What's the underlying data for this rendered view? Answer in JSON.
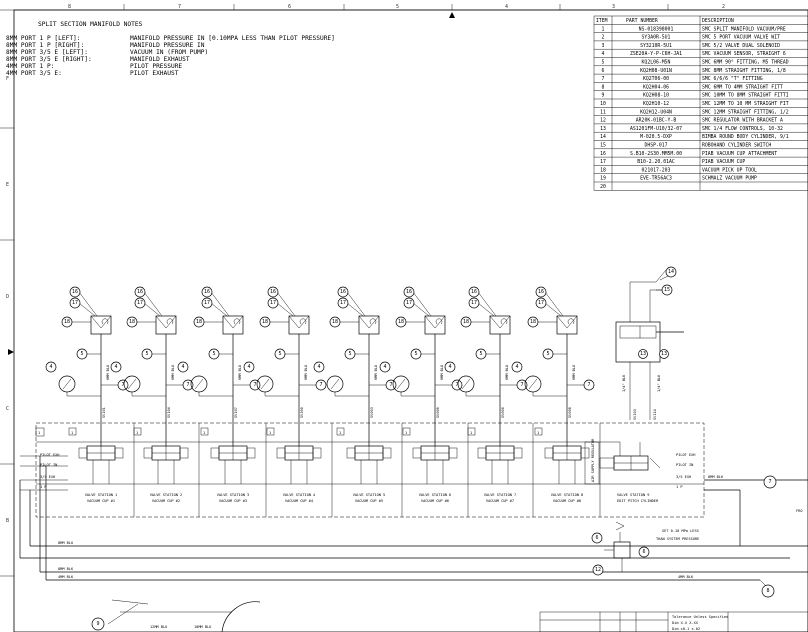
{
  "notes": {
    "title": "SPLIT SECTION MANIFOLD NOTES",
    "rows": [
      {
        "port": "8MM PORT 1 P [LEFT]:",
        "desc": "MANIFOLD PRESSURE IN [0.10MPA LESS THAN PILOT PRESSURE]"
      },
      {
        "port": "8MM PORT 1 P [RIGHT]:",
        "desc": "MANIFOLD PRESSURE IN"
      },
      {
        "port": "8MM PORT 3/5 E [LEFT]:",
        "desc": "VACUUM IN (FROM PUMP)"
      },
      {
        "port": "8MM PORT 3/5 E [RIGHT]:",
        "desc": "MANIFOLD EXHAUST"
      },
      {
        "port": "4MM PORT 1 P:",
        "desc": "PILOT PRESSURE"
      },
      {
        "port": "4MM PORT 3/5 E:",
        "desc": "PILOT EXHAUST"
      }
    ]
  },
  "bom": {
    "headers": [
      "ITEM",
      "PART NUMBER",
      "DESCRIPTION"
    ],
    "rows": [
      [
        "1",
        "NS-018398001",
        "SMC SPLIT MANIFOLD VACUUM/PRE"
      ],
      [
        "2",
        "SY3A0R-5U1",
        "SMC 5 PORT VACUUM VALVE WIT"
      ],
      [
        "3",
        "SY3210R-5U1",
        "SMC 5/2 VALVE DUAL SOLENOID"
      ],
      [
        "4",
        "ZSE20A-Y-P-C6H-JA1",
        "SMC VACUUM SENSOR, STRAIGHT 6"
      ],
      [
        "5",
        "KQ2L06-M5N",
        "SMC 6MM 90° FITTING, M5 THREAD"
      ],
      [
        "6",
        "KQ2H08-U01N",
        "SMC 8MM STRAIGHT FITTING, 1/8"
      ],
      [
        "7",
        "KQ2T06-00",
        "SMC 6/6/6 \"T\" FITTING"
      ],
      [
        "8",
        "KQ2H04-06",
        "SMC 6MM TO 4MM STRAIGHT FITT"
      ],
      [
        "9",
        "KQ2H08-10",
        "SMC 10MM TO 8MM STRAIGHT FITTI"
      ],
      [
        "10",
        "KQ2H10-12",
        "SMC 12MM TO 10 MM STRAIGHT FIT"
      ],
      [
        "11",
        "KQ2H12-U04N",
        "SMC 12MM STRAIGHT FITTING, 1/2"
      ],
      [
        "12",
        "AR20K-01BC-Y-B",
        "SMC REGULATOR WITH BRACKET A"
      ],
      [
        "13",
        "AS1201FM-U10/32-07",
        "SMC 1/4 FLOW CONTROLS, 10-32"
      ],
      [
        "14",
        "M-020.5-DXP",
        "BIMBA ROUND BODY CYLINDER, 9/1"
      ],
      [
        "15",
        "DHSP-017",
        "ROBOHAND CYLINDER SWITCH"
      ],
      [
        "16",
        "S.B10-2S30.MM5M.00",
        "PIAB VACUUM CUP ATTACHMENT"
      ],
      [
        "17",
        "B10-2.20.01AC",
        "PIAB VACUUM CUP"
      ],
      [
        "18",
        "021017-203",
        "VACUUM PICK UP TOOL"
      ],
      [
        "19",
        "EVE-TR56AC3",
        "SCHMALZ VACUUM PUMP"
      ],
      [
        "20",
        "",
        ""
      ]
    ]
  },
  "zones": {
    "top": [
      "8",
      "7",
      "6",
      "5",
      "4",
      "3",
      "2"
    ],
    "left": [
      "F",
      "E",
      "D",
      "C",
      "B"
    ]
  },
  "stations": [
    {
      "cyl": "SV101",
      "tube": "6MM BLU",
      "top": "VALVE STATION 1",
      "bot": "VACUUM CUP #1"
    },
    {
      "cyl": "SV104",
      "tube": "6MM BLU",
      "top": "VALVE STATION 2",
      "bot": "VACUUM CUP #2"
    },
    {
      "cyl": "SV107",
      "tube": "6MM BLU",
      "top": "VALVE STATION 3",
      "bot": "VACUUM CUP #3"
    },
    {
      "cyl": "SV300",
      "tube": "6MM BLU",
      "top": "VALVE STATION 4",
      "bot": "VACUUM CUP #4"
    },
    {
      "cyl": "SV003",
      "tube": "6MM BLU",
      "top": "VALVE STATION 5",
      "bot": "VACUUM CUP #5"
    },
    {
      "cyl": "SV006",
      "tube": "6MM BLU",
      "top": "VALVE STATION 6",
      "bot": "VACUUM CUP #6"
    },
    {
      "cyl": "SV000",
      "tube": "6MM BLU",
      "top": "VALVE STATION 7",
      "bot": "VACUUM CUP #7"
    },
    {
      "cyl": "SV008",
      "tube": "6MM BLU",
      "top": "VALVE STATION 8",
      "bot": "VACUUM CUP #8"
    }
  ],
  "cylinder_station": {
    "top": "VALVE STATION 9",
    "bot": "EDIT PITCH CYLINDER",
    "a": "SV103",
    "b": "SV114",
    "tube_a": "1/4\" BLK",
    "tube_b": "1/4\" BLK"
  },
  "labels": {
    "air_supply": "AIR SUPPLY REGULATOR",
    "pilot_exh": "PILOT EXH",
    "pilot_in": "PILOT IN",
    "exh35": "3/5 EXH",
    "p1": "1 P",
    "tube_8mm_blk": "8MM BLK",
    "tube_8mm_blu": "8MM BLU",
    "tube_4mm_blk": "4MM BLK",
    "tube_4mm_blu": "4MM BLU",
    "tube_12mm_blu": "12MM BLU",
    "tube_10mm_blu": "10MM BLU",
    "reg_note_1": "SET 0.10 MPa LESS",
    "reg_note_2": "THAN SYSTEM PRESSURE",
    "frc": "FRO"
  },
  "titleblock": {
    "line1": "Tolerance Unless Specified",
    "line2": "Dim   X.X   X.XX",
    "line3": "Dim   ±0.1   ±.02"
  }
}
